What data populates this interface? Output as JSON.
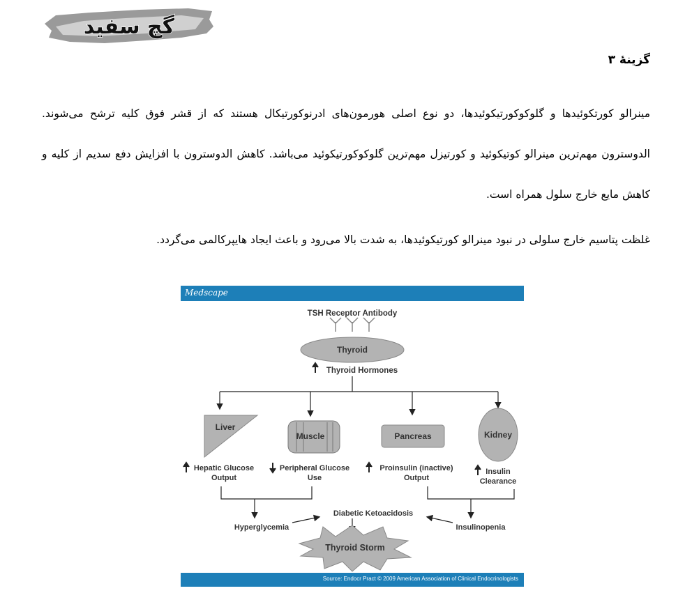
{
  "header": {
    "logo_text": "گچ سفید",
    "answer_title": "گزینهٔ ۳"
  },
  "body": {
    "paragraph1": "مینرالو کورتکوئیدها و گلوکوکورتیکوئیدها، دو نوع اصلی هورمون‌های ادرنوکورتیکال هستند که از قشر فوق کلیه ترشح می‌شوند. الدوسترون مهم‌ترین مینرالو کوتیکوئید و کورتیزل مهم‌ترین گلوکوکورتیکوئید می‌باشد. کاهش الدوسترون با افزایش دفع سدیم از کلیه و کاهش مایع خارج سلول همراه است.",
    "paragraph2": "غلظت پتاسیم خارج سلولی در نبود مینرالو کورتیکوئیدها، به شدت بالا می‌رود و باعث ایجاد هایپرکالمی می‌گردد."
  },
  "figure": {
    "header_label": "Medscape",
    "receptor": "TSH Receptor Antibody",
    "thyroid": "Thyroid",
    "thyroid_hormones": "Thyroid Hormones",
    "liver": "Liver",
    "muscle": "Muscle",
    "pancreas": "Pancreas",
    "kidney": "Kidney",
    "liver_effect_1": "Hepatic Glucose",
    "liver_effect_2": "Output",
    "muscle_effect_1": "Peripheral Glucose",
    "muscle_effect_2": "Use",
    "pancreas_effect_1": "Proinsulin (inactive)",
    "pancreas_effect_2": "Output",
    "kidney_effect_1": "Insulin",
    "kidney_effect_2": "Clearance",
    "dka": "Diabetic Ketoacidosis",
    "hyperglycemia": "Hyperglycemia",
    "insulinopenia": "Insulinopenia",
    "storm": "Thyroid Storm",
    "source": "Source: Endocr Pract © 2009 American Association of Clinical Endocrinologists"
  },
  "colors": {
    "banner_blue": "#1d7fb8",
    "shape_gray": "#b3b3b3",
    "text_gray": "#333333"
  }
}
